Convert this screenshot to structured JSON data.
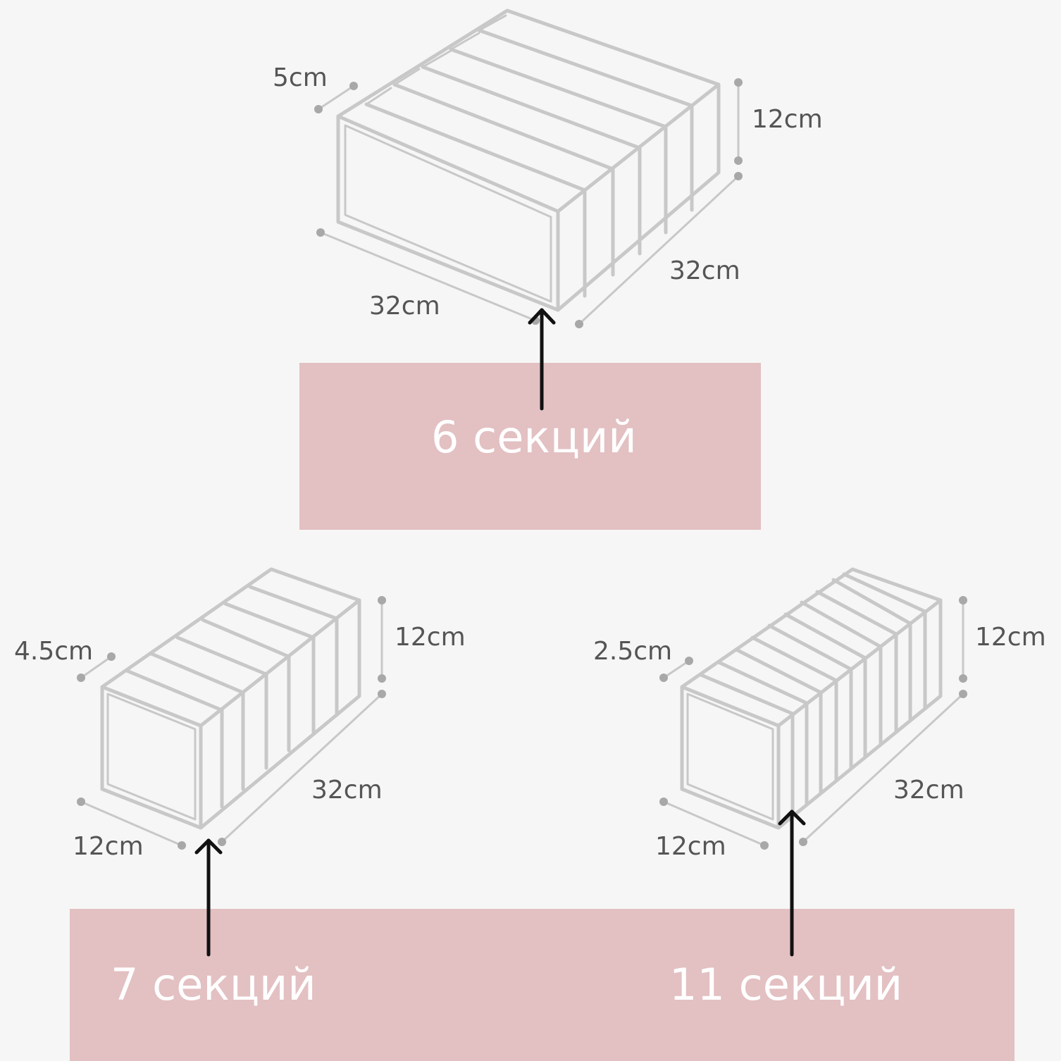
{
  "colors": {
    "background": "#f6f6f6",
    "outline": "#c8c8c8",
    "dimension_text": "#555555",
    "label_band": "#e3c0c2",
    "label_text": "#ffffff",
    "arrow": "#111111"
  },
  "organizers": {
    "six": {
      "label": "6 секций",
      "width": "32cm",
      "depth": "32cm",
      "height": "12cm",
      "section_width": "5cm"
    },
    "seven": {
      "label": "7 секций",
      "width": "12cm",
      "depth": "32cm",
      "height": "12cm",
      "section_width": "4.5cm"
    },
    "eleven": {
      "label": "11 секций",
      "width": "12cm",
      "depth": "32cm",
      "height": "12cm",
      "section_width": "2.5cm"
    }
  }
}
